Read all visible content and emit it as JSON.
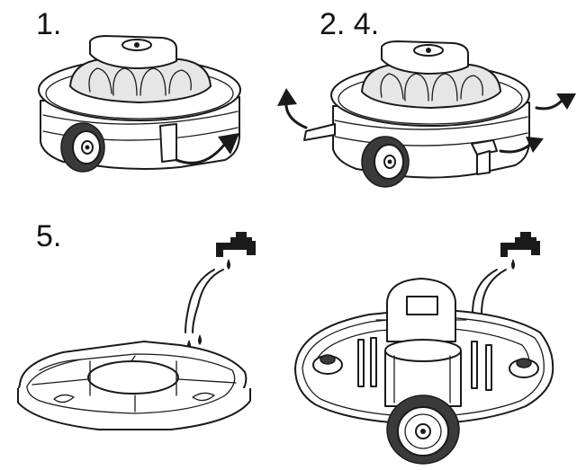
{
  "steps": {
    "step_1_label": "1.",
    "step_2_4_label": "2. 4.",
    "step_5_label": "5."
  },
  "colors": {
    "line": "#1a1a1a",
    "background": "#ffffff",
    "fill_light": "#e6e6e6"
  },
  "icons": [
    "pool-robot-icon",
    "curved-arrow-icon",
    "water-tap-icon",
    "water-drop-icon",
    "filter-tray-icon",
    "robot-underside-icon"
  ]
}
